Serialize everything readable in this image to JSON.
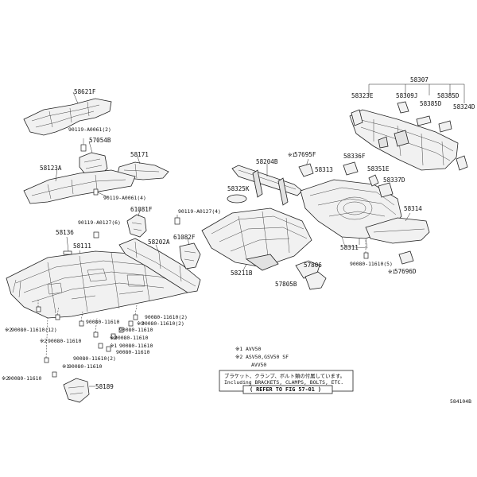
{
  "labels": {
    "p58621F": "58621F",
    "p90119_a0061_2": "90119-A0061(2)",
    "p57054B": "57054B",
    "p58171": "58171",
    "p58123A": "58123A",
    "p90119_a0061_4": "90119-A0061(4)",
    "p61081F": "61081F",
    "p90119_a0127_4": "90119-A0127(4)",
    "p90119_a0127_6": "90119-A0127(6)",
    "p58136": "58136",
    "p58111": "58111",
    "p58202A": "58202A",
    "p61082F": "61082F",
    "p58204B": "58204B",
    "p57695F": "57695F",
    "p58313": "58313",
    "p58325K": "58325K",
    "p58211B": "58211B",
    "p57806": "57806",
    "p57805B": "57805B",
    "p58307": "58307",
    "p58323E": "58323E",
    "p58309J": "58309J",
    "p58385D_a": "58385D",
    "p58385D_b": "58385D",
    "p58324D": "58324D",
    "p58336F": "58336F",
    "p58351E": "58351E",
    "p58337D": "58337D",
    "p58314": "58314",
    "p58311": "58311",
    "p90080_11610_5": "90080-11610(5)",
    "p57696D": "57696D",
    "p90080_11610_2a": "90080-11610(2)",
    "p90080_11610_12": "90080-11610(12)",
    "p90080_11610_a": "90080-11610",
    "p90080_11610_b": "90080-11610",
    "p90080_11610_c": "90080-11610",
    "p90080_11610_2b": "90080-11610(2)",
    "p90080_11610_d": "90080-11610",
    "p90080_11610_e": "90080-11610",
    "p90080_11610_2c": "90080-11610(2)",
    "p90080_11610_f": "90080-11610",
    "p90080_11610_g": "90080-11610",
    "p58189": "58189",
    "mark1": "※1",
    "mark2": "※2"
  },
  "legend": {
    "line1": "※1 AVV50",
    "line2": "※2 ASV50,GSV50 SF",
    "line3": "AVV50"
  },
  "note": {
    "line1": "ブラケット、クランプ、ボルト類の付属しています。",
    "line2": "Including BRACKETS, CLAMPS, BOLTS, ETC.",
    "ref": "( REFER TO FIG 57-01 )"
  },
  "figure_code": "584104B"
}
